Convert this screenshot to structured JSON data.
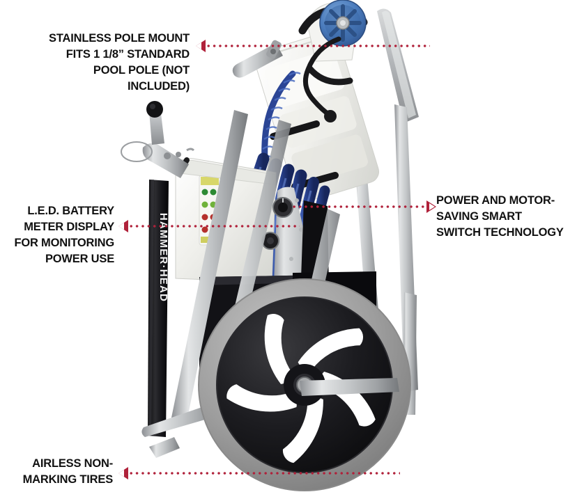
{
  "image": {
    "subject": "HammerHead pool cleaner on two-wheel cart",
    "background_color": "#ffffff",
    "brand_label": "HAMMER·HEAD"
  },
  "style": {
    "accent_color": "#b0213a",
    "text_color": "#111111",
    "frame_color": "#b9bcbf",
    "housing_color": "#f2f2ee",
    "hose_color": "#2e4a9e",
    "fan_color": "#4a7fc1",
    "tire_color": "#9b9b9b",
    "wheel_color": "#17171a"
  },
  "callouts": [
    {
      "id": "pole-mount",
      "text": "STAINLESS POLE MOUNT\nFITS 1 1/8” STANDARD\nPOOL POLE (NOT\nINCLUDED)",
      "align": "right",
      "arrow_direction": "left"
    },
    {
      "id": "led-meter",
      "text": "L.E.D. BATTERY\nMETER DISPLAY\nFOR MONITORING\nPOWER USE",
      "align": "right",
      "arrow_direction": "left"
    },
    {
      "id": "smart-switch",
      "text": "POWER AND MOTOR-\nSAVING SMART\nSWITCH TECHNOLOGY",
      "align": "left",
      "arrow_direction": "right"
    },
    {
      "id": "airless-tires",
      "text": "AIRLESS NON-\nMARKING TIRES",
      "align": "right",
      "arrow_direction": "left"
    }
  ]
}
